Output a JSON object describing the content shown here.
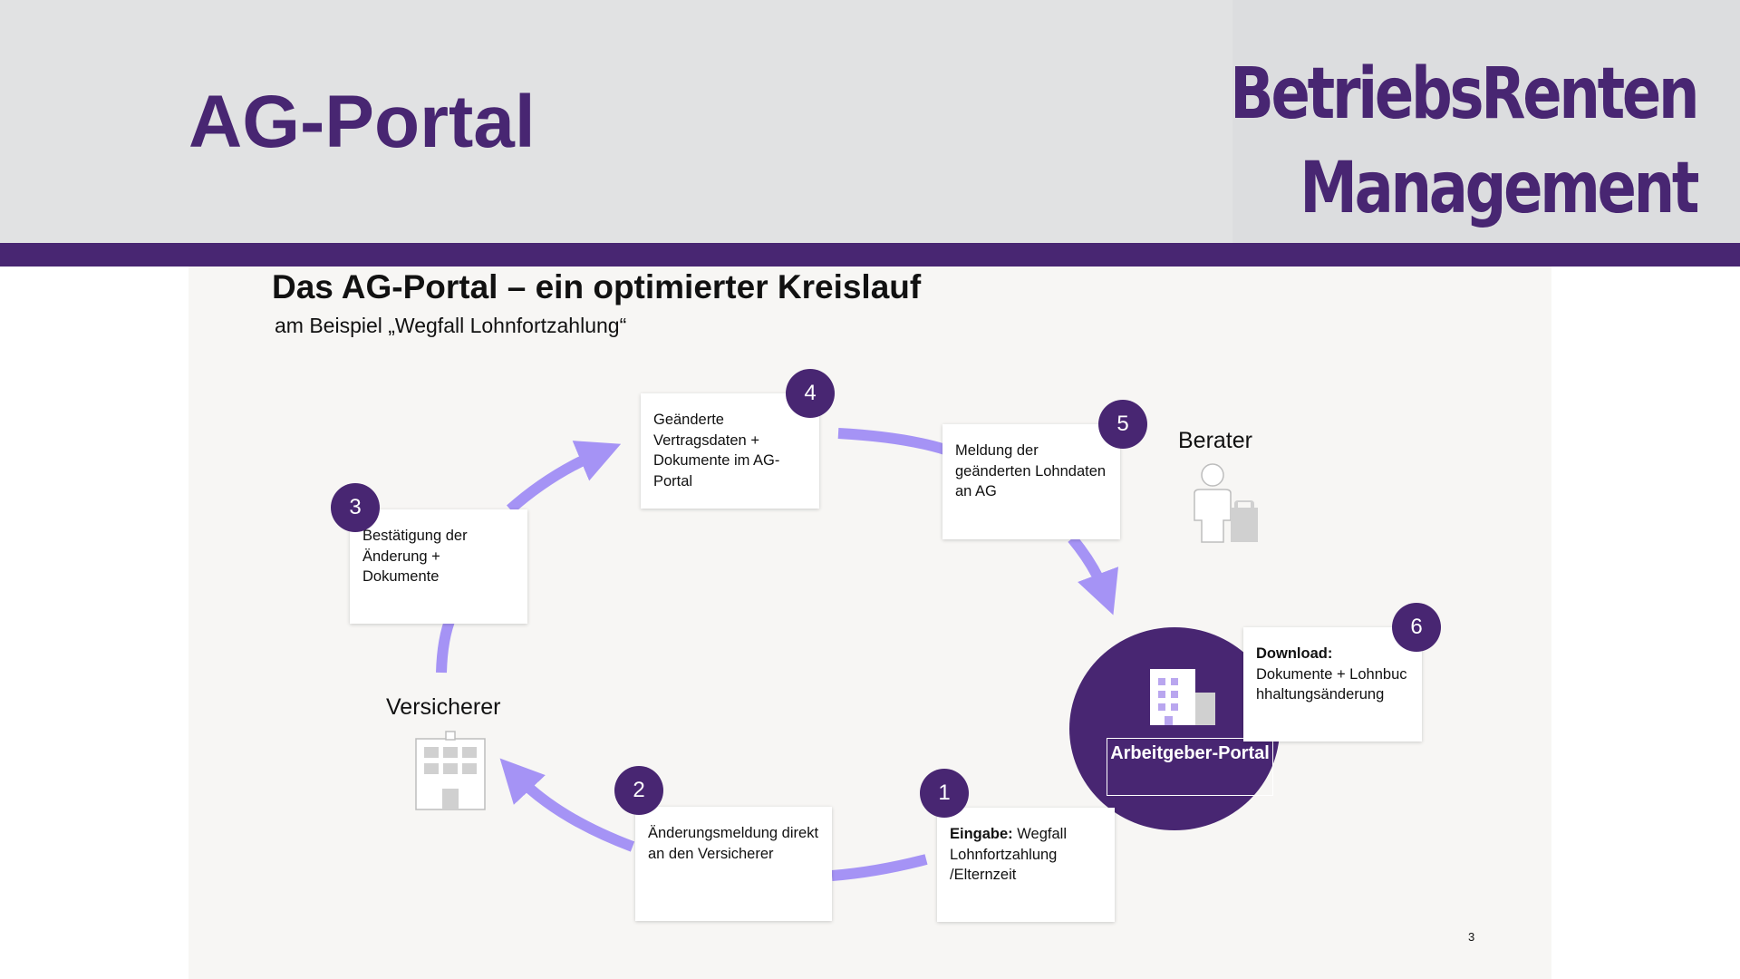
{
  "header": {
    "title": "AG-Portal",
    "brand_line1": "BetriebsRenten",
    "brand_line2": "Management",
    "accent_color": "#482672",
    "arrow_color": "#a593f5"
  },
  "slide": {
    "title": "Das AG-Portal – ein optimierter Kreislauf",
    "subtitle": "am Beispiel „Wegfall Lohnfortzahlung“",
    "page_number": "3"
  },
  "steps": [
    {
      "num": "1",
      "bold": "Eingabe:",
      "text": " Wegfall Lohnfortzahlung /Elternzeit"
    },
    {
      "num": "2",
      "bold": "",
      "text": "Änderungsmeldung direkt an den Versicherer"
    },
    {
      "num": "3",
      "bold": "",
      "text": "Bestätigung der Änderung + Dokumente"
    },
    {
      "num": "4",
      "bold": "",
      "text": "Geänderte Vertragsdaten + Dokumente im AG-Portal"
    },
    {
      "num": "5",
      "bold": "",
      "text": "Meldung der geänderten Lohndaten an AG"
    },
    {
      "num": "6",
      "bold": "Download:",
      "text": "Dokumente + Lohnbuchhaltungsänderung"
    }
  ],
  "actors": {
    "insurer": "Versicherer",
    "advisor": "Berater",
    "portal": "Arbeitgeber-Portal"
  },
  "icons": [
    "building-icon",
    "person-with-briefcase-icon",
    "office-building-icon"
  ]
}
